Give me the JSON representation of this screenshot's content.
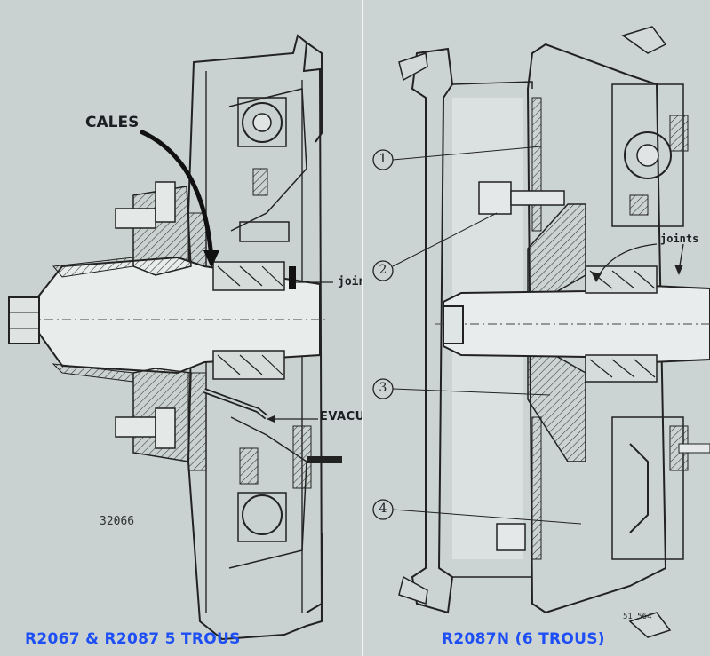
{
  "left": {
    "labels": {
      "cales": "CALES",
      "joint": "joint",
      "evacuation": "EVACUATION"
    },
    "ref_number": "32066",
    "caption": "R2067 & R2087 5 TROUS"
  },
  "right": {
    "callouts": [
      "1",
      "2",
      "3",
      "4"
    ],
    "labels": {
      "joints": "joints"
    },
    "ref_number": "51 564",
    "caption": "R2087N (6 TROUS)"
  },
  "colors": {
    "caption": "#1e4ff5",
    "ink": "#1b1e22",
    "paper_left": "#c9d2d0",
    "paper_right": "#ccd3d3"
  }
}
